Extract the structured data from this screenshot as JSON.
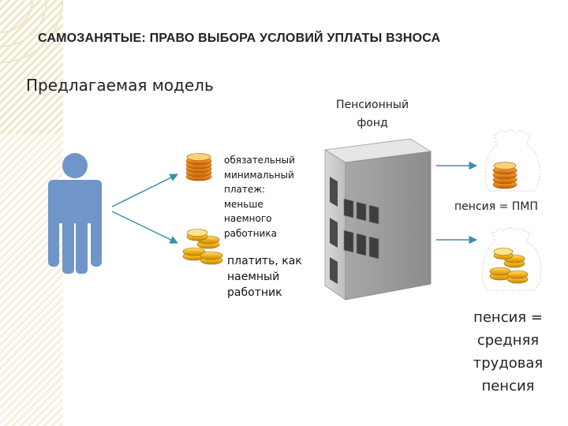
{
  "title": "САМОЗАНЯТЫЕ: ПРАВО ВЫБОРА УСЛОВИЙ УПЛАТЫ ВЗНОСА",
  "subtitle": "Предлагаемая модель",
  "fund": {
    "label_line1": "Пенсионный",
    "label_line2": "фонд"
  },
  "options": {
    "minimal": {
      "lines": [
        "обязательный",
        "минимальный",
        "платеж:",
        "меньше",
        "наемного",
        "работника"
      ]
    },
    "as_employee": {
      "lines": [
        "платить, как",
        "наемный",
        "работник"
      ]
    }
  },
  "outcomes": {
    "pmp": "пенсия = ПМП",
    "average": {
      "lines": [
        "пенсия =",
        "средняя",
        "трудовая",
        "пенсия"
      ]
    }
  },
  "icons": {
    "person": "person-icon",
    "coins_small": "coin-stack-icon",
    "coins_large": "coin-pile-icon",
    "building": "building-icon",
    "money_bag": "money-bag-icon"
  },
  "colors": {
    "person": "#6f95c9",
    "arrow": "#3b8fa8",
    "coin": "#f2b31c",
    "building_front": "#c9c9c9",
    "building_side": "#a6a6a6"
  }
}
